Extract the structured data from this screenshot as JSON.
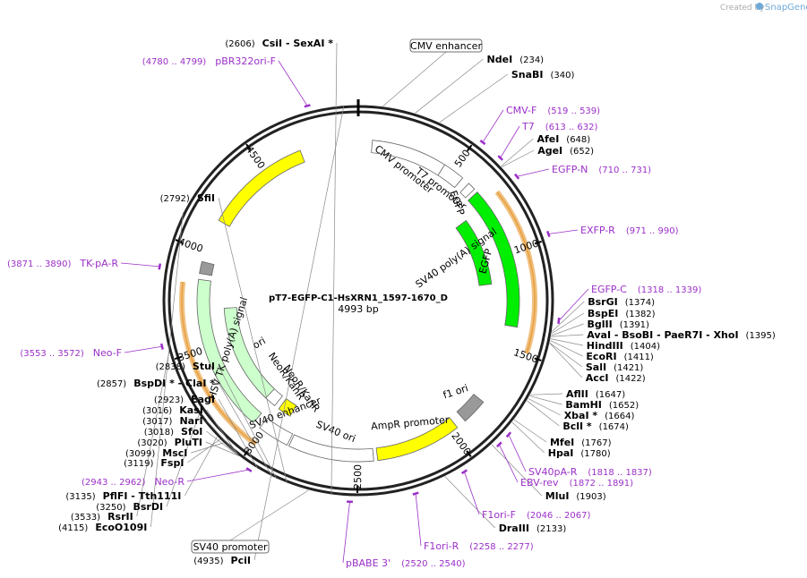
{
  "header": {
    "created_by": "Created by",
    "brand": "SnapGene"
  },
  "plasmid": {
    "name": "pT7-EGFP-C1-HsXRN1_1597-1670_D",
    "length": "4993 bp"
  },
  "colors": {
    "primer": "#9b30c8",
    "green": "#00ee00",
    "yellow": "#ffff00",
    "light_green": "#ccffcc",
    "orange": "#f0c080",
    "gray": "#999999"
  },
  "ticks": [
    {
      "pos": 500,
      "label": "500"
    },
    {
      "pos": 1000,
      "label": "1000"
    },
    {
      "pos": 1500,
      "label": "1500"
    },
    {
      "pos": 2000,
      "label": "2000"
    },
    {
      "pos": 2500,
      "label": "2500"
    },
    {
      "pos": 3000,
      "label": "3000"
    },
    {
      "pos": 3500,
      "label": "3500"
    },
    {
      "pos": 4000,
      "label": "4000"
    },
    {
      "pos": 4500,
      "label": "4500"
    }
  ],
  "features": [
    {
      "name": "CMV enhancer",
      "start": 70,
      "end": 450,
      "color": "#ffffff",
      "ring": 0
    },
    {
      "name": "CMV promoter",
      "start": 450,
      "end": 560,
      "color": "#ffffff",
      "ring": 0
    },
    {
      "name": "T7 promoter",
      "start": 600,
      "end": 640,
      "color": "#ffffff",
      "ring": 0
    },
    {
      "name": "EGFP",
      "start": 660,
      "end": 1380,
      "color": "#00ee00",
      "ring": 0
    },
    {
      "name": "EGFP",
      "start": 740,
      "end": 1150,
      "color": "#00ee00",
      "ring": 1
    },
    {
      "name": "SV40 poly(A) signal",
      "start": 1790,
      "end": 1920,
      "color": "#999999",
      "ring": 0
    },
    {
      "name": "f1 ori",
      "start": 1970,
      "end": 2400,
      "color": "#ffff00",
      "ring": 0
    },
    {
      "name": "AmpR promoter",
      "start": 2420,
      "end": 2850,
      "color": "#ffffff",
      "ring": 0
    },
    {
      "name": "SV40 promoter",
      "start": 2860,
      "end": 3020,
      "color": "#ffffff",
      "ring": 0
    },
    {
      "name": "SV40 ori",
      "start": 2920,
      "end": 3000,
      "color": "#ffff00",
      "ring": 1
    },
    {
      "name": "SV40 enhancer",
      "start": 3030,
      "end": 3180,
      "color": "#ffffff",
      "ring": 1
    },
    {
      "name": "NeoR/KanR",
      "start": 3060,
      "end": 3850,
      "color": "#ccffcc",
      "ring": 0
    },
    {
      "name": "NeoR/KanR",
      "start": 3100,
      "end": 3700,
      "color": "#ccffcc",
      "ring": 1
    },
    {
      "name": "HSV TK poly(A) signal",
      "start": 3880,
      "end": 3940,
      "color": "#999999",
      "ring": 0
    },
    {
      "name": "ori",
      "start": 4160,
      "end": 4700,
      "color": "#ffff00",
      "ring": 0
    }
  ],
  "orfs": [
    {
      "start": 720,
      "end": 1490,
      "color": "#e8a040"
    },
    {
      "start": 2990,
      "end": 3830,
      "color": "#e8a040"
    },
    {
      "start": 3150,
      "end": 3750,
      "color": "#6ab04c"
    }
  ],
  "feature_labels": [
    {
      "text": "CMV promoter",
      "angle": 38
    },
    {
      "text": "T7 promoter",
      "angle": 38
    },
    {
      "text": "EGFP",
      "angle": 70
    },
    {
      "text": "EGFP",
      "angle": -75
    },
    {
      "text": "SV40 poly(A) signal",
      "angle": -35
    },
    {
      "text": "f1 ori",
      "angle": -18
    },
    {
      "text": "AmpR promoter",
      "angle": -5
    },
    {
      "text": "SV40 ori",
      "angle": 22
    },
    {
      "text": "SV40 enhancer",
      "angle": -20
    },
    {
      "text": "NeoR/KanR",
      "angle": 55
    },
    {
      "text": "NeoR/KanR",
      "angle": 55
    },
    {
      "text": "HSV TK poly(A) signal",
      "angle": -72
    },
    {
      "text": "ori",
      "angle": -30
    }
  ],
  "enzymes": [
    {
      "pos": 4935,
      "pos_label": "(4935)",
      "name": "PciI"
    },
    {
      "pos": 234,
      "pos_label": "(234)",
      "name": "NdeI"
    },
    {
      "pos": 340,
      "pos_label": "(340)",
      "name": "SnaBI"
    },
    {
      "pos": 648,
      "pos_label": "(648)",
      "name": "AfeI"
    },
    {
      "pos": 652,
      "pos_label": "(652)",
      "name": "AgeI"
    },
    {
      "pos": 1374,
      "pos_label": "(1374)",
      "name": "BsrGI"
    },
    {
      "pos": 1382,
      "pos_label": "(1382)",
      "name": "BspEI"
    },
    {
      "pos": 1391,
      "pos_label": "(1391)",
      "name": "BglII"
    },
    {
      "pos": 1395,
      "pos_label": "(1395)",
      "name": "AvaI  - BsoBI  - PaeR7I  - XhoI"
    },
    {
      "pos": 1404,
      "pos_label": "(1404)",
      "name": "HindIII"
    },
    {
      "pos": 1411,
      "pos_label": "(1411)",
      "name": "EcoRI"
    },
    {
      "pos": 1421,
      "pos_label": "(1421)",
      "name": "SalI"
    },
    {
      "pos": 1422,
      "pos_label": "(1422)",
      "name": "AccI"
    },
    {
      "pos": 1647,
      "pos_label": "(1647)",
      "name": "AflII"
    },
    {
      "pos": 1652,
      "pos_label": "(1652)",
      "name": "BamHI"
    },
    {
      "pos": 1664,
      "pos_label": "(1664)",
      "name": "XbaI *"
    },
    {
      "pos": 1674,
      "pos_label": "(1674)",
      "name": "BclI *"
    },
    {
      "pos": 1767,
      "pos_label": "(1767)",
      "name": "MfeI"
    },
    {
      "pos": 1780,
      "pos_label": "(1780)",
      "name": "HpaI"
    },
    {
      "pos": 1903,
      "pos_label": "(1903)",
      "name": "MluI"
    },
    {
      "pos": 2133,
      "pos_label": "(2133)",
      "name": "DraIII"
    },
    {
      "pos": 2606,
      "pos_label": "(2606)",
      "name": "CsiI  - SexAI *"
    },
    {
      "pos": 2792,
      "pos_label": "(2792)",
      "name": "SfiI"
    },
    {
      "pos": 2838,
      "pos_label": "(2838)",
      "name": "StuI"
    },
    {
      "pos": 2857,
      "pos_label": "(2857)",
      "name": "BspDI *  - ClaI *"
    },
    {
      "pos": 2923,
      "pos_label": "(2923)",
      "name": "EagI"
    },
    {
      "pos": 3016,
      "pos_label": "(3016)",
      "name": "KasI"
    },
    {
      "pos": 3017,
      "pos_label": "(3017)",
      "name": "NarI"
    },
    {
      "pos": 3018,
      "pos_label": "(3018)",
      "name": "SfoI"
    },
    {
      "pos": 3020,
      "pos_label": "(3020)",
      "name": "PluTI"
    },
    {
      "pos": 3099,
      "pos_label": "(3099)",
      "name": "MscI"
    },
    {
      "pos": 3119,
      "pos_label": "(3119)",
      "name": "FspI"
    },
    {
      "pos": 3135,
      "pos_label": "(3135)",
      "name": "PflFI  - Tth111I"
    },
    {
      "pos": 3250,
      "pos_label": "(3250)",
      "name": "BsrDI"
    },
    {
      "pos": 3533,
      "pos_label": "(3533)",
      "name": "RsrII"
    },
    {
      "pos": 4115,
      "pos_label": "(4115)",
      "name": "EcoO109I"
    }
  ],
  "primers": [
    {
      "pos": 4790,
      "name": "pBR322ori-F",
      "range": "(4780 .. 4799)"
    },
    {
      "pos": 529,
      "name": "CMV-F",
      "range": "(519 .. 539)"
    },
    {
      "pos": 622,
      "name": "T7",
      "range": "(613 .. 632)"
    },
    {
      "pos": 720,
      "name": "EGFP-N",
      "range": "(710 .. 731)"
    },
    {
      "pos": 980,
      "name": "EXFP-R",
      "range": "(971 .. 990)"
    },
    {
      "pos": 1328,
      "name": "EGFP-C",
      "range": "(1318 .. 1339)"
    },
    {
      "pos": 1827,
      "name": "SV40pA-R",
      "range": "(1818 .. 1837)"
    },
    {
      "pos": 1881,
      "name": "EBV-rev",
      "range": "(1872 .. 1891)"
    },
    {
      "pos": 2056,
      "name": "F1ori-F",
      "range": "(2046 .. 2067)"
    },
    {
      "pos": 2267,
      "name": "F1ori-R",
      "range": "(2258 .. 2277)"
    },
    {
      "pos": 2530,
      "name": "pBABE 3'",
      "range": "(2520 .. 2540)"
    },
    {
      "pos": 2952,
      "name": "Neo-R",
      "range": "(2943 .. 2962)"
    },
    {
      "pos": 3562,
      "name": "Neo-F",
      "range": "(3553 .. 3572)"
    },
    {
      "pos": 3880,
      "name": "TK-pA-R",
      "range": "(3871 .. 3890)"
    }
  ],
  "boxed_labels": [
    {
      "text": "CMV enhancer",
      "pos": 100
    },
    {
      "text": "SV40 promoter",
      "pos": 2700
    }
  ]
}
